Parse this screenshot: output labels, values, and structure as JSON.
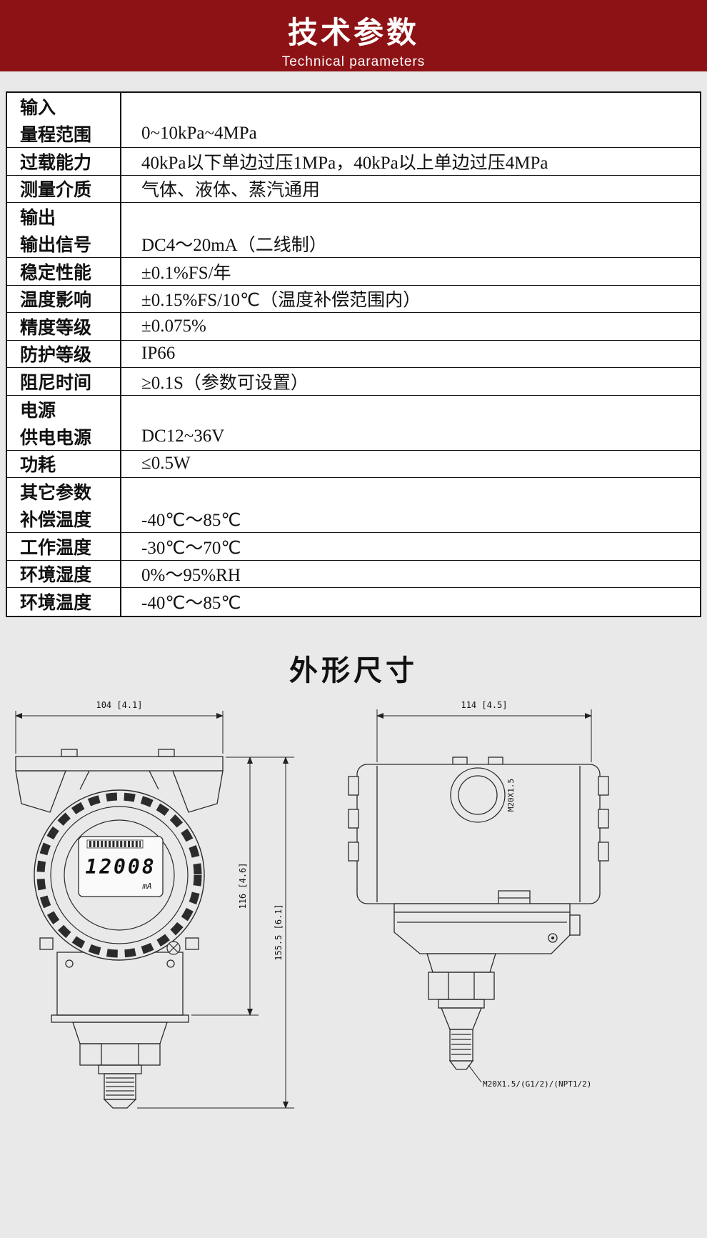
{
  "page": {
    "bg_color": "#e9e9e9",
    "accent_color": "#8d1215"
  },
  "header": {
    "title": "技术参数",
    "subtitle": "Technical parameters"
  },
  "spec_table": {
    "rows": [
      {
        "label": "输入",
        "value": "",
        "section": true
      },
      {
        "label": "量程范围",
        "value": "0~10kPa~4MPa",
        "section": false
      },
      {
        "label": "过载能力",
        "value": "40kPa以下单边过压1MPa，40kPa以上单边过压4MPa",
        "section": false
      },
      {
        "label": "测量介质",
        "value": "气体、液体、蒸汽通用",
        "section": false
      },
      {
        "label": "输出",
        "value": "",
        "section": true
      },
      {
        "label": "输出信号",
        "value": "DC4～20mA（二线制）",
        "section": false
      },
      {
        "label": "稳定性能",
        "value": "±0.1%FS/年",
        "section": false
      },
      {
        "label": "温度影响",
        "value": "±0.15%FS/10℃（温度补偿范围内）",
        "section": false
      },
      {
        "label": "精度等级",
        "value": "±0.075%",
        "section": false
      },
      {
        "label": "防护等级",
        "value": "IP66",
        "section": false
      },
      {
        "label": "阻尼时间",
        "value": "≥0.1S（参数可设置）",
        "section": false
      },
      {
        "label": "电源",
        "value": "",
        "section": true
      },
      {
        "label": "供电电源",
        "value": "DC12~36V",
        "section": false
      },
      {
        "label": "功耗",
        "value": "≤0.5W",
        "section": false
      },
      {
        "label": "其它参数",
        "value": "",
        "section": true
      },
      {
        "label": "补偿温度",
        "value": "-40℃～85℃",
        "section": false
      },
      {
        "label": "工作温度",
        "value": "-30℃～70℃",
        "section": false
      },
      {
        "label": "环境湿度",
        "value": "0%～95%RH",
        "section": false
      },
      {
        "label": "环境温度",
        "value": "-40℃～85℃",
        "section": false
      }
    ]
  },
  "dimensions_section": {
    "title": "外形尺寸",
    "front_view": {
      "width_dim": "104 [4.1]",
      "height_dim_body": "116 [4.6]",
      "height_dim_total": "155.5 [6.1]",
      "display_value": "12008",
      "display_unit": "mA"
    },
    "side_view": {
      "width_dim": "114 [4.5]",
      "port_thread": "M20X1.5",
      "process_thread": "M20X1.5/(G1/2)/(NPT1/2)"
    }
  }
}
